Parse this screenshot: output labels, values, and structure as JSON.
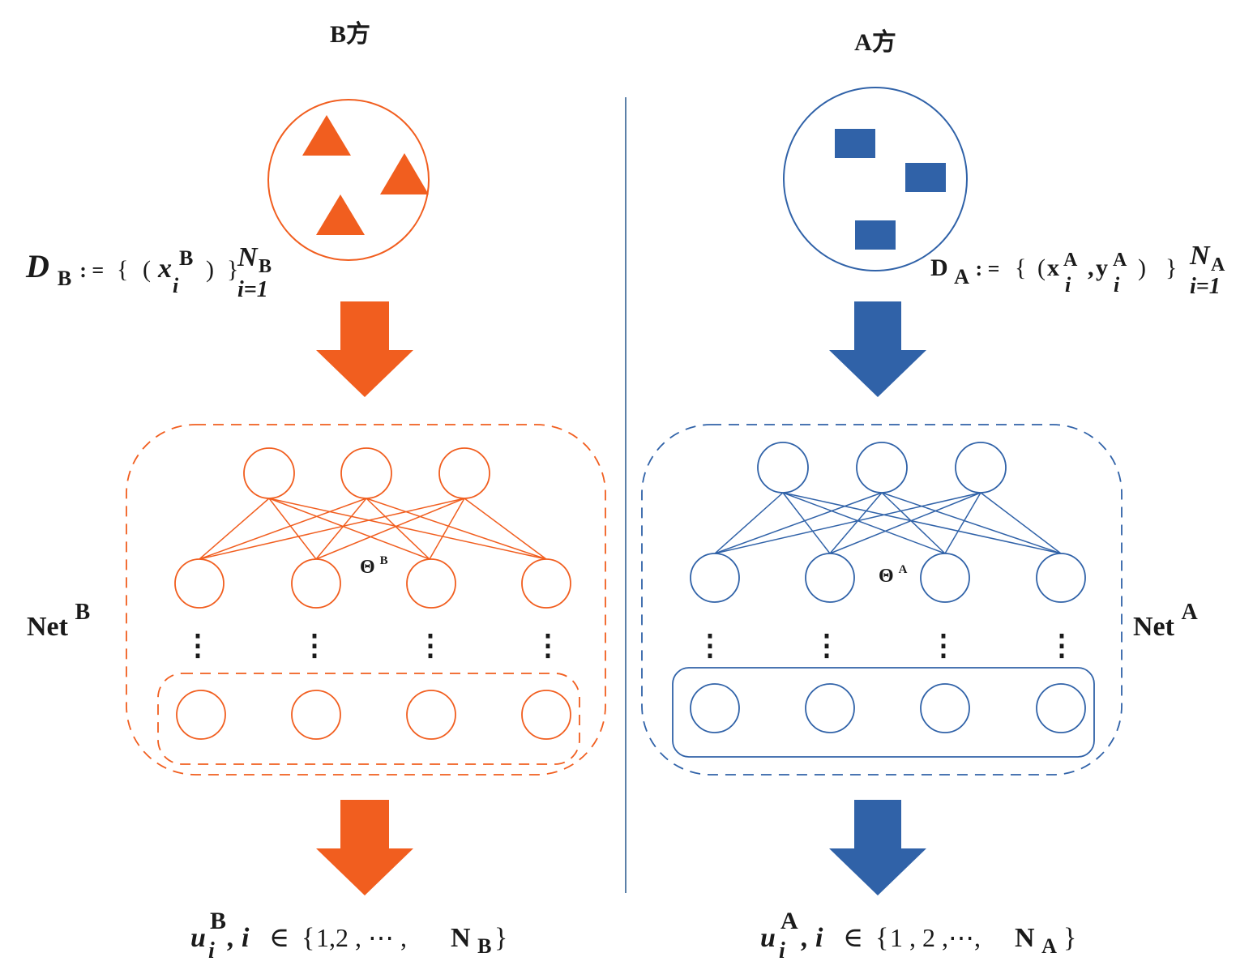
{
  "colors": {
    "orange": "#F15E1F",
    "blue": "#3062A8",
    "divider": "#5B80A8",
    "text": "#1a1a1a"
  },
  "party_b": {
    "title": "B方",
    "data_set": {
      "D": "D",
      "D_sub": "B",
      "assign": ": =",
      "lbrace": "{",
      "lparen": "(",
      "x": "x",
      "x_sup": "B",
      "x_sub": "i",
      "rparen": ")",
      "rbrace": "}",
      "N": "N",
      "N_sub": "B",
      "range": "i=1"
    },
    "net_label": {
      "base": "Net",
      "sup": "B"
    },
    "theta": {
      "base": "Θ",
      "sup": "B"
    },
    "dots": "⋮",
    "output": {
      "u": "u",
      "u_sup": "B",
      "u_sub": "i",
      "index": ", i",
      "member": "∈",
      "set_open": "{",
      "set_items": "1,2 ,  ⋯ , ",
      "N": "N",
      "N_sub": "B",
      "set_close": "}"
    }
  },
  "party_a": {
    "title": "A方",
    "data_set": {
      "D": "D",
      "D_sub": "A",
      "assign": ": =",
      "lbrace": "{",
      "lparen": "(",
      "x": "x",
      "x_sup": "A",
      "x_sub": "i",
      "comma": ",",
      "y": "y",
      "y_sup": "A",
      "y_sub": "i",
      "rparen": ")",
      "rbrace": "}",
      "N": "N",
      "N_sub": "A",
      "range": "i=1"
    },
    "net_label": {
      "base": "Net",
      "sup": "A"
    },
    "theta": {
      "base": "Θ",
      "sup": "A"
    },
    "dots": "⋮",
    "output": {
      "u": "u",
      "u_sup": "A",
      "u_sub": "i",
      "index": ", i",
      "member": "∈",
      "set_open": "{",
      "set_items": "1 , 2 ,⋯,  ",
      "N": "N",
      "N_sub": "A",
      "set_close": "}"
    }
  }
}
